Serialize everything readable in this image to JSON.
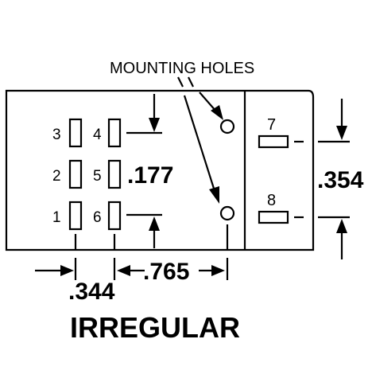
{
  "callout": {
    "mounting_holes": "MOUNTING HOLES"
  },
  "pins": {
    "p1": "1",
    "p2": "2",
    "p3": "3",
    "p4": "4",
    "p5": "5",
    "p6": "6",
    "p7": "7",
    "p8": "8"
  },
  "dimensions": {
    "row_pitch": ".177",
    "right_pitch": ".354",
    "left_offset": ".344",
    "hole_spacing": ".765"
  },
  "title": "IRREGULAR"
}
